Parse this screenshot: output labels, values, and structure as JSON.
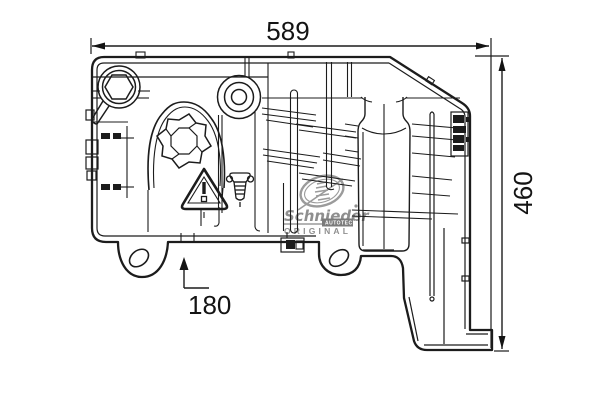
{
  "figure": {
    "dim_width_label": "589",
    "dim_height_label": "460",
    "dim_offset_label": "180"
  },
  "watermark": {
    "brand": "Schnieder",
    "badge": "AUTOTECH",
    "subtitle": "ORIGINAL"
  },
  "colors": {
    "line": "#1c1c1c",
    "watermark_gray": "#8f8f8f",
    "background": "#ffffff"
  }
}
